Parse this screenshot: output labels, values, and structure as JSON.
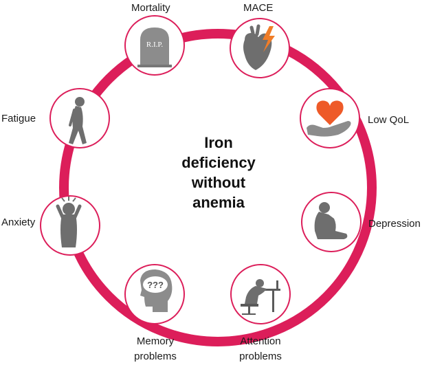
{
  "center": {
    "lines": [
      "Iron",
      "deficiency",
      "without",
      "anemia"
    ]
  },
  "nodes": {
    "mortality": {
      "label": "Mortality",
      "icon": "tombstone-icon",
      "icon_text": "R.I.P."
    },
    "mace": {
      "label": "MACE",
      "icon": "heart-lightning-icon"
    },
    "low_qol": {
      "label": "Low QoL",
      "icon": "heart-in-hand-icon"
    },
    "depression": {
      "label": "Depression",
      "icon": "sad-person-sitting-icon"
    },
    "attention": {
      "label_lines": [
        "Attention",
        "problems"
      ],
      "icon": "person-slumped-at-desk-icon"
    },
    "memory": {
      "label_lines": [
        "Memory",
        "problems"
      ],
      "icon": "head-question-marks-icon",
      "icon_text": "???"
    },
    "anxiety": {
      "label": "Anxiety",
      "icon": "stressed-person-icon"
    },
    "fatigue": {
      "label": "Fatigue",
      "icon": "tired-walking-person-icon"
    }
  },
  "colors": {
    "ring": "#dc1e5a",
    "icon_gray": "#8c8c8c",
    "heart": "#ee5a28",
    "lightning": "#f07d28",
    "node_fill": "#ffffff"
  }
}
